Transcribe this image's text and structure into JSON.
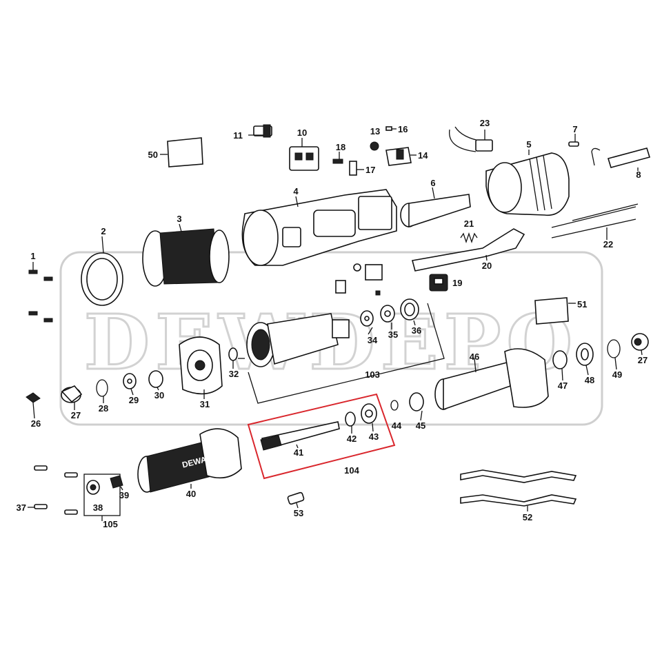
{
  "watermark": {
    "text": "DEWDEPO"
  },
  "brand_on_handle": "DEWALT",
  "highlight_color": "#d9262c",
  "labels": {
    "l1": "1",
    "l2": "2",
    "l3": "3",
    "l4": "4",
    "l5": "5",
    "l6": "6",
    "l7": "7",
    "l8": "8",
    "l10": "10",
    "l11": "11",
    "l13": "13",
    "l14": "14",
    "l16": "16",
    "l17": "17",
    "l18": "18",
    "l19": "19",
    "l20": "20",
    "l21": "21",
    "l22": "22",
    "l23": "23",
    "l26": "26",
    "l27a": "27",
    "l27b": "27",
    "l28": "28",
    "l29": "29",
    "l30": "30",
    "l31": "31",
    "l32": "32",
    "l34": "34",
    "l35": "35",
    "l36": "36",
    "l37": "37",
    "l38": "38",
    "l39": "39",
    "l40": "40",
    "l41": "41",
    "l42": "42",
    "l43": "43",
    "l44": "44",
    "l45": "45",
    "l46": "46",
    "l47": "47",
    "l48": "48",
    "l49": "49",
    "l50": "50",
    "l51": "51",
    "l52": "52",
    "l53": "53",
    "l103": "103",
    "l104": "104",
    "l105": "105"
  }
}
